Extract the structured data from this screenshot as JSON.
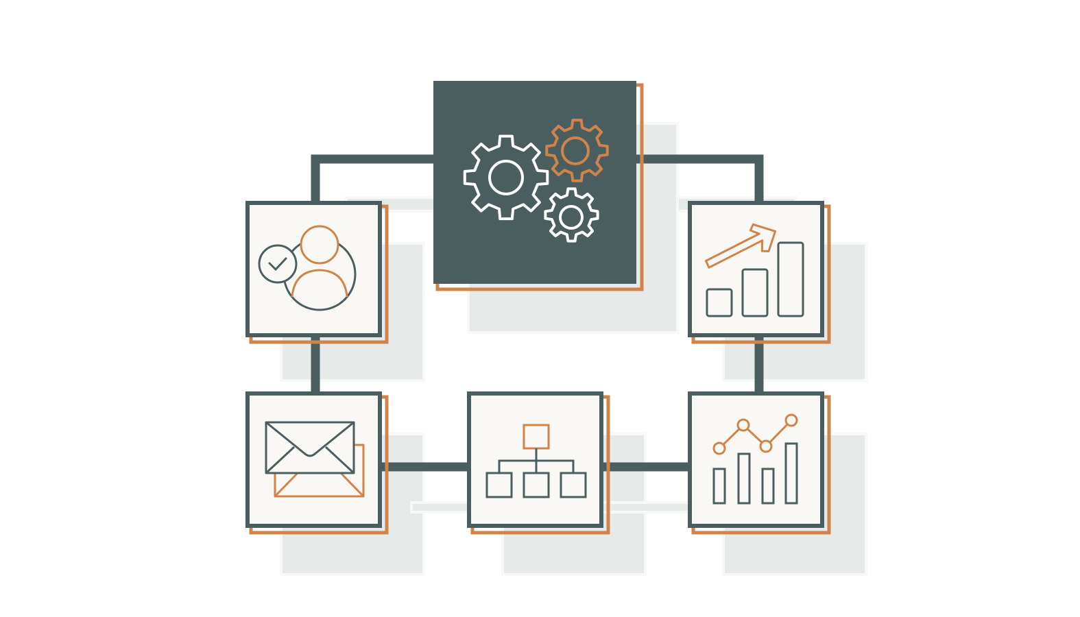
{
  "colors": {
    "background": "#ffffff",
    "dark": "#4a5e60",
    "accent": "#d0844a",
    "tile_fill": "#faf8f5",
    "ghost": "#dfe5e4",
    "icon_light": "#ffffff"
  },
  "nodes": [
    {
      "id": "settings",
      "icon": "gears-icon",
      "style": "dark"
    },
    {
      "id": "users",
      "icon": "user-check-icon",
      "style": "light"
    },
    {
      "id": "growth",
      "icon": "growth-chart-icon",
      "style": "light"
    },
    {
      "id": "email",
      "icon": "envelope-icon",
      "style": "light"
    },
    {
      "id": "hierarchy",
      "icon": "org-chart-icon",
      "style": "light"
    },
    {
      "id": "analytics",
      "icon": "line-bar-chart-icon",
      "style": "light"
    }
  ],
  "connections": [
    {
      "from": "settings",
      "to": "users"
    },
    {
      "from": "settings",
      "to": "growth"
    },
    {
      "from": "users",
      "to": "email"
    },
    {
      "from": "growth",
      "to": "analytics"
    },
    {
      "from": "email",
      "to": "hierarchy"
    },
    {
      "from": "hierarchy",
      "to": "analytics"
    }
  ]
}
